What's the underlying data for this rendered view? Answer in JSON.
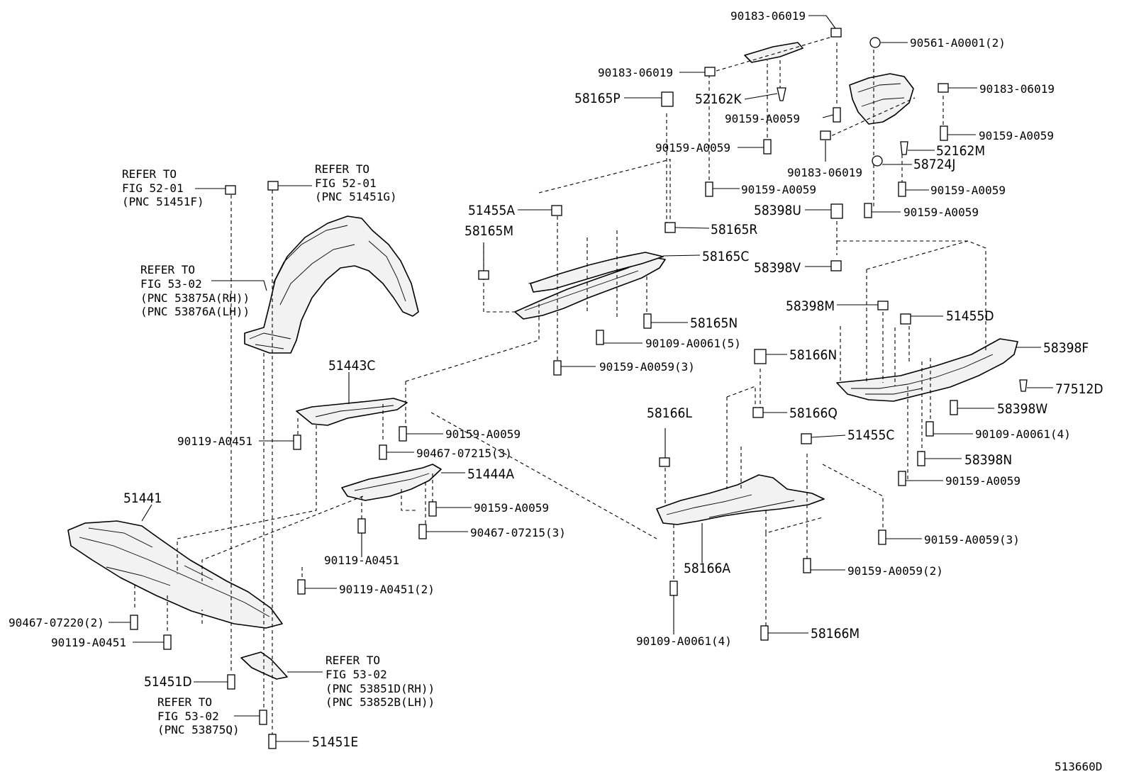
{
  "figure_id": "513660D",
  "labels": [
    {
      "text": "90183-06019"
    },
    {
      "text": "90561-A0001(2)"
    },
    {
      "text": "90183-06019"
    },
    {
      "text": "90183-06019"
    },
    {
      "text": "58165P"
    },
    {
      "text": "52162K"
    },
    {
      "text": "90159-A0059"
    },
    {
      "text": "90159-A0059"
    },
    {
      "text": "52162M"
    },
    {
      "text": "90159-A0059"
    },
    {
      "text": "90183-06019"
    },
    {
      "text": "58724J"
    },
    {
      "text": "90159-A0059"
    },
    {
      "text": "90159-A0059"
    },
    {
      "text": "REFER TO"
    },
    {
      "text": "FIG 52-01"
    },
    {
      "text": "(PNC 51451F)"
    },
    {
      "text": "REFER TO"
    },
    {
      "text": "FIG 52-01"
    },
    {
      "text": "(PNC 51451G)"
    },
    {
      "text": "51455A"
    },
    {
      "text": "58398U"
    },
    {
      "text": "90159-A0059"
    },
    {
      "text": "58165M"
    },
    {
      "text": "58165R"
    },
    {
      "text": "58165C"
    },
    {
      "text": "58398V"
    },
    {
      "text": "REFER TO"
    },
    {
      "text": "FIG 53-02"
    },
    {
      "text": "(PNC 53875A(RH))"
    },
    {
      "text": "(PNC 53876A(LH))"
    },
    {
      "text": "58398M"
    },
    {
      "text": "51455D"
    },
    {
      "text": "58165N"
    },
    {
      "text": "90109-A0061(5)"
    },
    {
      "text": "58398F"
    },
    {
      "text": "58166N"
    },
    {
      "text": "51443C"
    },
    {
      "text": "90159-A0059(3)"
    },
    {
      "text": "77512D"
    },
    {
      "text": "58398W"
    },
    {
      "text": "58166L"
    },
    {
      "text": "58166Q"
    },
    {
      "text": "90159-A0059"
    },
    {
      "text": "90109-A0061(4)"
    },
    {
      "text": "90119-A0451"
    },
    {
      "text": "51455C"
    },
    {
      "text": "90467-07215(3)"
    },
    {
      "text": "58398N"
    },
    {
      "text": "51444A"
    },
    {
      "text": "90159-A0059"
    },
    {
      "text": "51441"
    },
    {
      "text": "90159-A0059"
    },
    {
      "text": "90467-07215(3)"
    },
    {
      "text": "90159-A0059(3)"
    },
    {
      "text": "90119-A0451"
    },
    {
      "text": "58166A"
    },
    {
      "text": "90159-A0059(2)"
    },
    {
      "text": "90119-A0451(2)"
    },
    {
      "text": "90467-07220(2)"
    },
    {
      "text": "58166M"
    },
    {
      "text": "90119-A0451"
    },
    {
      "text": "90109-A0061(4)"
    },
    {
      "text": "REFER TO"
    },
    {
      "text": "FIG 53-02"
    },
    {
      "text": "(PNC 53851D(RH))"
    },
    {
      "text": "(PNC 53852B(LH))"
    },
    {
      "text": "51451D"
    },
    {
      "text": "REFER TO"
    },
    {
      "text": "FIG 53-02"
    },
    {
      "text": "(PNC 53875Q)"
    },
    {
      "text": "51451E"
    }
  ]
}
